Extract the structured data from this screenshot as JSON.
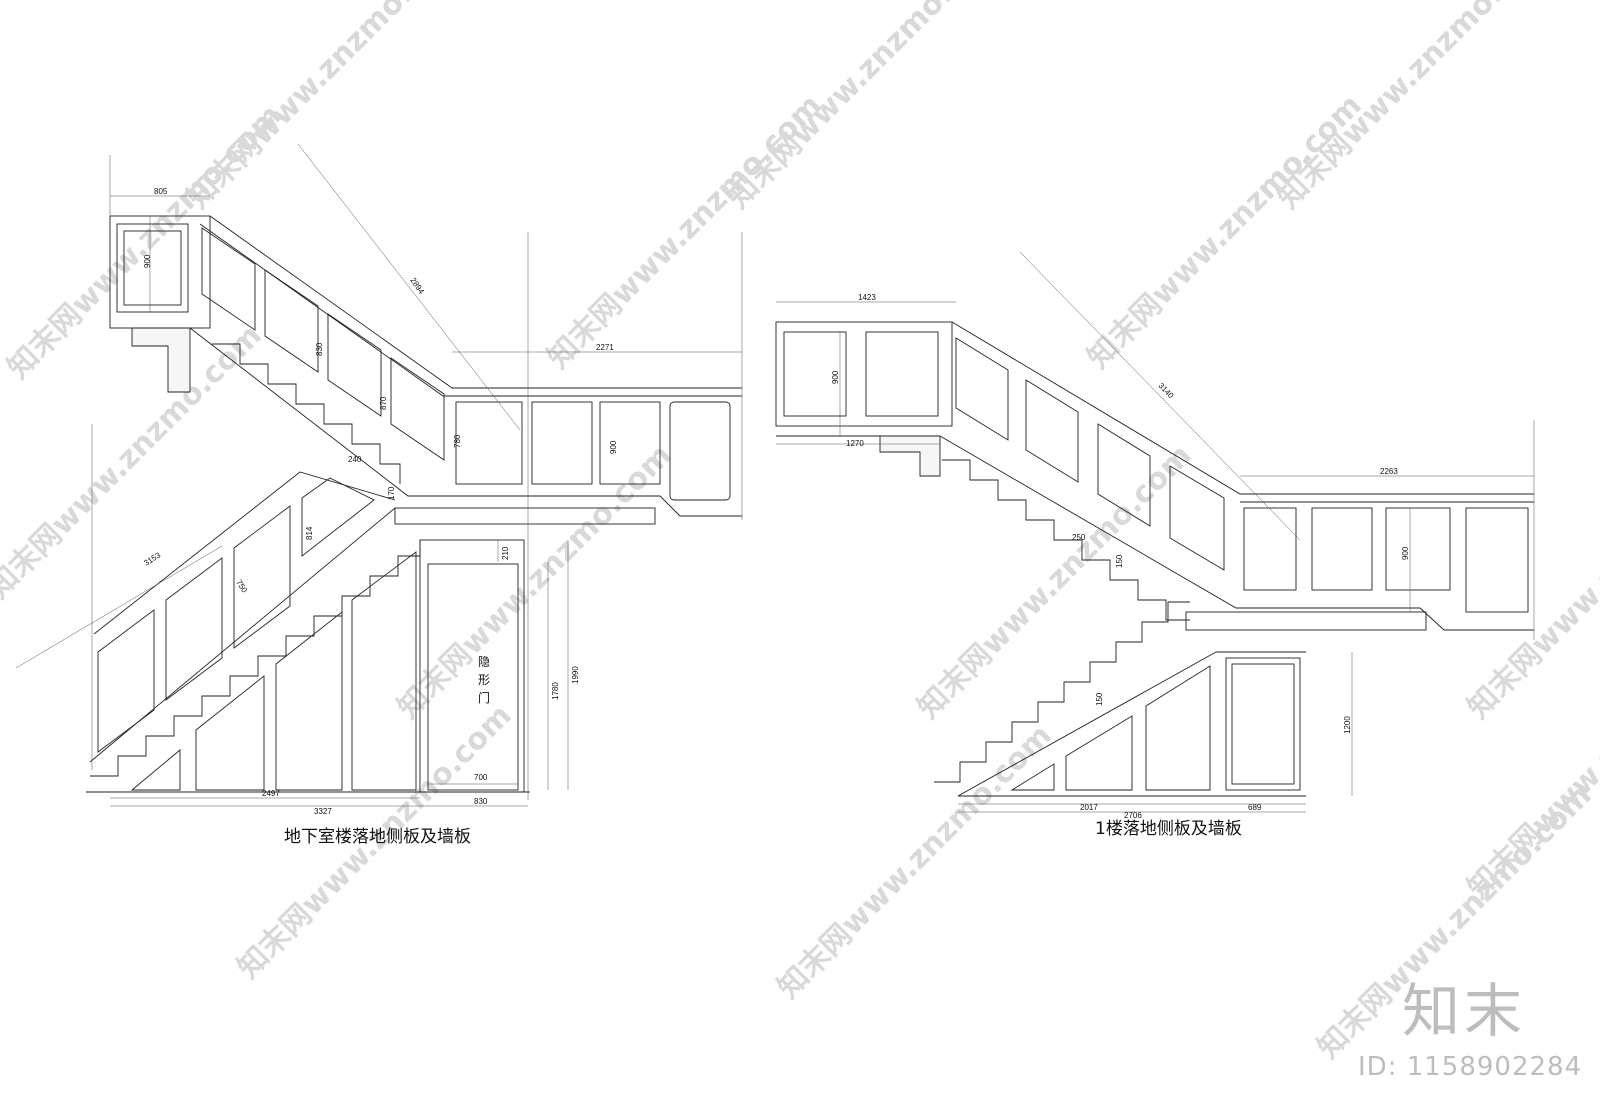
{
  "titles": {
    "left": "地下室楼落地侧板及墙板",
    "right": "1楼落地侧板及墙板"
  },
  "door_label": [
    "隐",
    "形",
    "门"
  ],
  "dimensions": {
    "left": {
      "top_width": "805",
      "top_height": "900",
      "diagonal_upper": "2894",
      "panel_upper": "830",
      "panel_870": "870",
      "panel_780": "780",
      "landing_width": "2271",
      "landing_height": "900",
      "tread": "240",
      "riser": "170",
      "diagonal_lower": "3153",
      "panel_814": "814",
      "panel_750": "750",
      "door_top": "210",
      "door_height": "1780",
      "total_height": "1990",
      "door_width": "700",
      "bottom_2497": "2497",
      "bottom_3327": "3327",
      "bottom_830": "830"
    },
    "right": {
      "top_width": "1423",
      "top_height": "900",
      "bottom_1270": "1270",
      "diagonal": "3140",
      "landing_width": "2263",
      "landing_height": "900",
      "tread": "250",
      "riser": "150",
      "riser_lower": "150",
      "side_height": "1200",
      "bottom_2017": "2017",
      "bottom_2706": "2706",
      "bottom_689": "689"
    }
  },
  "watermark": {
    "text": "知末网www.znzmo.com",
    "brand": "知末",
    "id": "ID: 1158902284"
  }
}
